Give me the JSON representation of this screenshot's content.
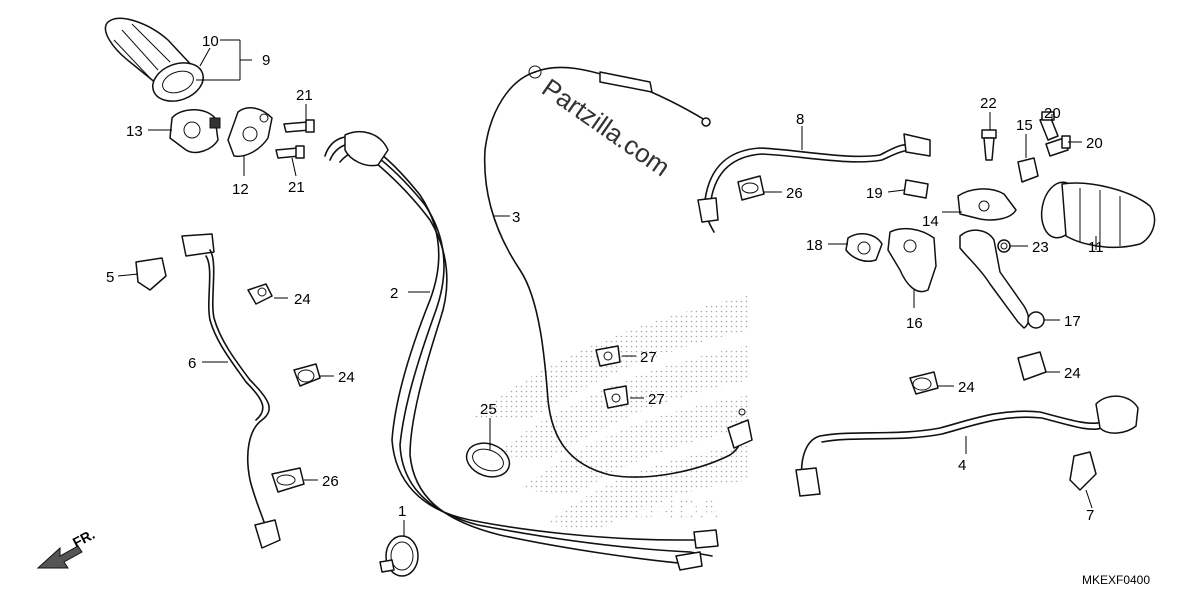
{
  "diagram": {
    "watermark": "Partzilla.com",
    "diagram_code": "MKEXF0400",
    "direction_label": "FR.",
    "callouts": [
      {
        "id": "c1",
        "label": "1"
      },
      {
        "id": "c2",
        "label": "2"
      },
      {
        "id": "c3",
        "label": "3"
      },
      {
        "id": "c4",
        "label": "4"
      },
      {
        "id": "c5",
        "label": "5"
      },
      {
        "id": "c6",
        "label": "6"
      },
      {
        "id": "c7",
        "label": "7"
      },
      {
        "id": "c8",
        "label": "8"
      },
      {
        "id": "c9",
        "label": "9"
      },
      {
        "id": "c10",
        "label": "10"
      },
      {
        "id": "c11",
        "label": "11"
      },
      {
        "id": "c12",
        "label": "12"
      },
      {
        "id": "c13",
        "label": "13"
      },
      {
        "id": "c14",
        "label": "14"
      },
      {
        "id": "c15",
        "label": "15"
      },
      {
        "id": "c16",
        "label": "16"
      },
      {
        "id": "c17",
        "label": "17"
      },
      {
        "id": "c18",
        "label": "18"
      },
      {
        "id": "c19",
        "label": "19"
      },
      {
        "id": "c20a",
        "label": "20"
      },
      {
        "id": "c20b",
        "label": "20"
      },
      {
        "id": "c21a",
        "label": "21"
      },
      {
        "id": "c21b",
        "label": "21"
      },
      {
        "id": "c22",
        "label": "22"
      },
      {
        "id": "c23",
        "label": "23"
      },
      {
        "id": "c24a",
        "label": "24"
      },
      {
        "id": "c24b",
        "label": "24"
      },
      {
        "id": "c24c",
        "label": "24"
      },
      {
        "id": "c24d",
        "label": "24"
      },
      {
        "id": "c25",
        "label": "25"
      },
      {
        "id": "c26a",
        "label": "26"
      },
      {
        "id": "c26b",
        "label": "26"
      },
      {
        "id": "c27a",
        "label": "27"
      },
      {
        "id": "c27b",
        "label": "27"
      }
    ]
  }
}
